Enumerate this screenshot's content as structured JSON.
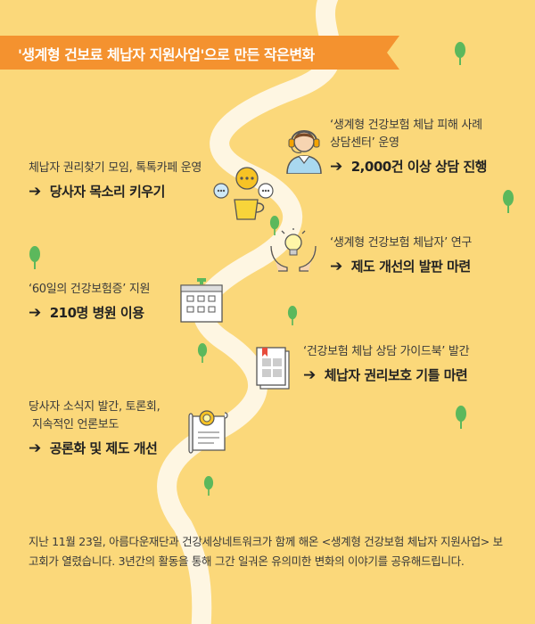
{
  "header": {
    "title": "'생계형 건보료 체납자 지원사업'으로 만든 작은변화"
  },
  "items": [
    {
      "lines": [
        "‘생계형 건강보험 체납 피해 사례",
        "상담센터’ 운영"
      ],
      "result": "2,000건 이상 상담 진행"
    },
    {
      "lines": [
        "체납자 권리찾기 모임, 톡톡카페 운영"
      ],
      "result": "당사자 목소리 키우기"
    },
    {
      "lines": [
        "‘생계형 건강보험 체납자’ 연구"
      ],
      "result": "제도 개선의 발판 마련"
    },
    {
      "lines": [
        "‘60일의 건강보험증’ 지원"
      ],
      "result": "210명 병원 이용"
    },
    {
      "lines": [
        "‘건강보험 체납 상담 가이드북’ 발간"
      ],
      "result": "체납자 권리보호 기틀 마련"
    },
    {
      "lines": [
        "당사자 소식지 발간, 토론회,",
        "지속적인 언론보도"
      ],
      "result": "공론화 및 제도 개선"
    }
  ],
  "arrow_symbol": "➔",
  "footer": {
    "text": "지난 11월 23일, 아름다운재단과 건강세상네트워크가 함께 해온 <생계형 건강보험 체납자 지원사업> 보고회가 열렸습니다. 3년간의 활동을 통해 그간 일궈온 유의미한 변화의 이야기를 공유해드립니다."
  },
  "colors": {
    "background": "#fbd87a",
    "road": "#fef6e2",
    "banner": "#f4922f",
    "tree": "#5cb85c",
    "text": "#333333"
  },
  "icons": [
    "headset-person-icon",
    "coffee-chat-icon",
    "lightbulb-hands-icon",
    "medical-calendar-icon",
    "guidebook-icon",
    "certificate-scroll-icon",
    "tree-icon"
  ]
}
